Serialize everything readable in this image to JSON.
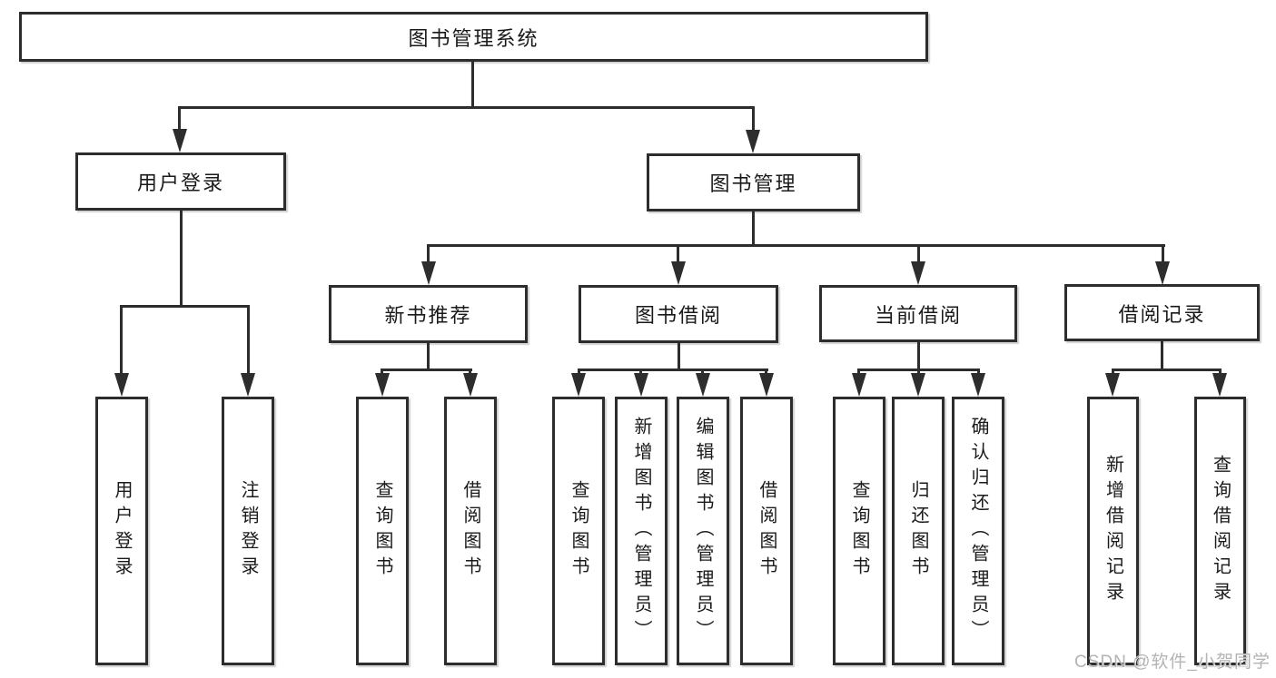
{
  "diagram": {
    "root": {
      "label": "图书管理系统"
    },
    "level2": [
      {
        "id": "user-login",
        "label": "用户登录"
      },
      {
        "id": "book-management",
        "label": "图书管理"
      }
    ],
    "level3": [
      {
        "id": "new-book-recommend",
        "parent": "图书管理",
        "label": "新书推荐"
      },
      {
        "id": "book-borrow",
        "parent": "图书管理",
        "label": "图书借阅"
      },
      {
        "id": "current-borrow",
        "parent": "图书管理",
        "label": "当前借阅"
      },
      {
        "id": "borrow-record",
        "parent": "图书管理",
        "label": "借阅记录"
      }
    ],
    "leaves": [
      {
        "parent": "用户登录",
        "label": "用户登录"
      },
      {
        "parent": "用户登录",
        "label": "注销登录"
      },
      {
        "parent": "新书推荐",
        "label": "查询图书"
      },
      {
        "parent": "新书推荐",
        "label": "借阅图书"
      },
      {
        "parent": "图书借阅",
        "label": "查询图书"
      },
      {
        "parent": "图书借阅",
        "label": "新增图书（管理员）"
      },
      {
        "parent": "图书借阅",
        "label": "编辑图书（管理员）"
      },
      {
        "parent": "图书借阅",
        "label": "借阅图书"
      },
      {
        "parent": "当前借阅",
        "label": "查询图书"
      },
      {
        "parent": "当前借阅",
        "label": "归还图书"
      },
      {
        "parent": "当前借阅",
        "label": "确认归还（管理员）"
      },
      {
        "parent": "借阅记录",
        "label": "新增借阅记录"
      },
      {
        "parent": "借阅记录",
        "label": "查询借阅记录"
      }
    ]
  },
  "watermark": {
    "text": "CSDN @软件_小贺同学"
  },
  "colors": {
    "background": "#ffffff",
    "box_fill": "#ffffff",
    "box_border": "#2d2d2d",
    "line": "#2d2d2d",
    "text": "#1a1a1a",
    "watermark": "#b3b3b3"
  }
}
